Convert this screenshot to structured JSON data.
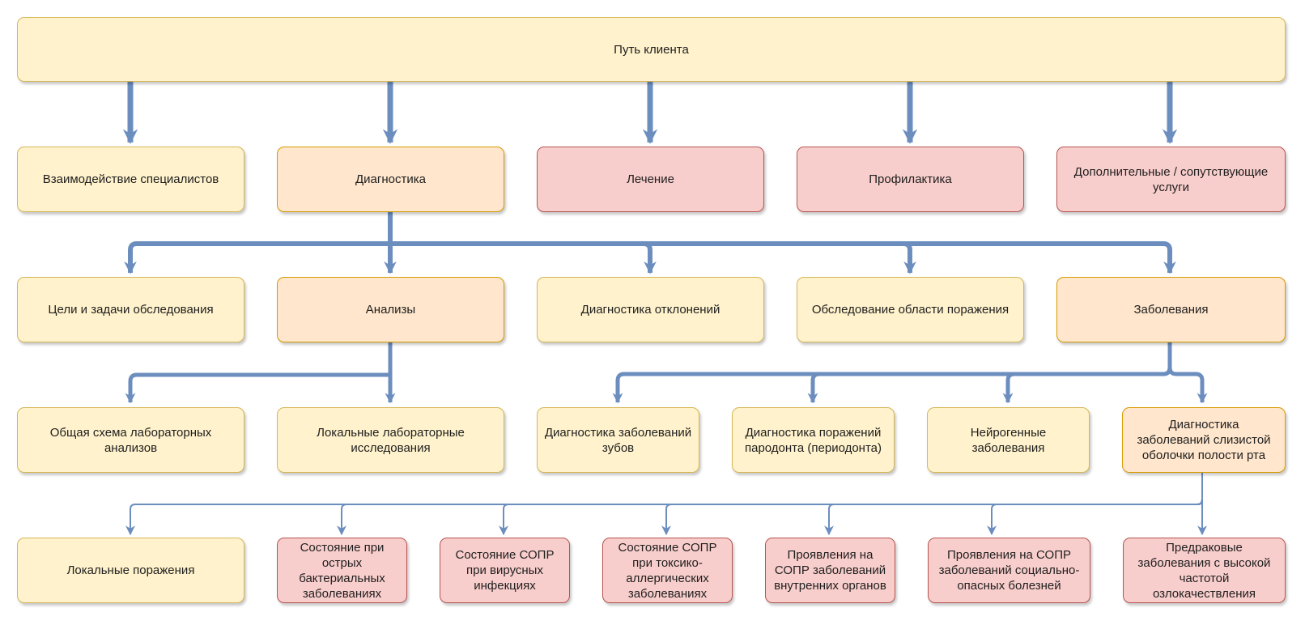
{
  "root": {
    "label": "Путь клиента"
  },
  "level1": [
    {
      "label": "Взаимодействие специалистов"
    },
    {
      "label": "Диагностика"
    },
    {
      "label": "Лечение"
    },
    {
      "label": "Профилактика"
    },
    {
      "label": "Дополнительные / сопутствующие услуги"
    }
  ],
  "level2": [
    {
      "label": "Цели и задачи обследования"
    },
    {
      "label": "Анализы"
    },
    {
      "label": "Диагностика отклонений"
    },
    {
      "label": "Обследование области поражения"
    },
    {
      "label": "Заболевания"
    }
  ],
  "level3_analyses": [
    {
      "label": "Общая схема лабораторных анализов"
    },
    {
      "label": "Локальные лабораторные исследования"
    }
  ],
  "level3_diseases": [
    {
      "label": "Диагностика заболеваний зубов"
    },
    {
      "label": "Диагностика поражений пародонта (периодонта)"
    },
    {
      "label": "Нейрогенные заболевания"
    },
    {
      "label": "Диагностика заболеваний слизистой оболочки полости рта"
    }
  ],
  "level4": [
    {
      "label": "Локальные поражения"
    },
    {
      "label": "Состояние при острых бактериальных заболеваниях"
    },
    {
      "label": "Состояние СОПР при вирусных инфекциях"
    },
    {
      "label": "Состояние СОПР при токсико-аллергических заболеваниях"
    },
    {
      "label": "Проявления на СОПР заболеваний внутренних органов"
    },
    {
      "label": "Проявления на СОПР заболеваний социально-опасных болезней"
    },
    {
      "label": "Предраковые заболевания с высокой частотой озлокачествления"
    }
  ],
  "colors": {
    "yellow_fill": "#fff2cc",
    "yellow_border": "#d6b656",
    "orange_fill": "#ffe6cc",
    "orange_border": "#d79b00",
    "red_fill": "#f8cecc",
    "red_border": "#b85450",
    "connector": "#6c8ebf"
  }
}
